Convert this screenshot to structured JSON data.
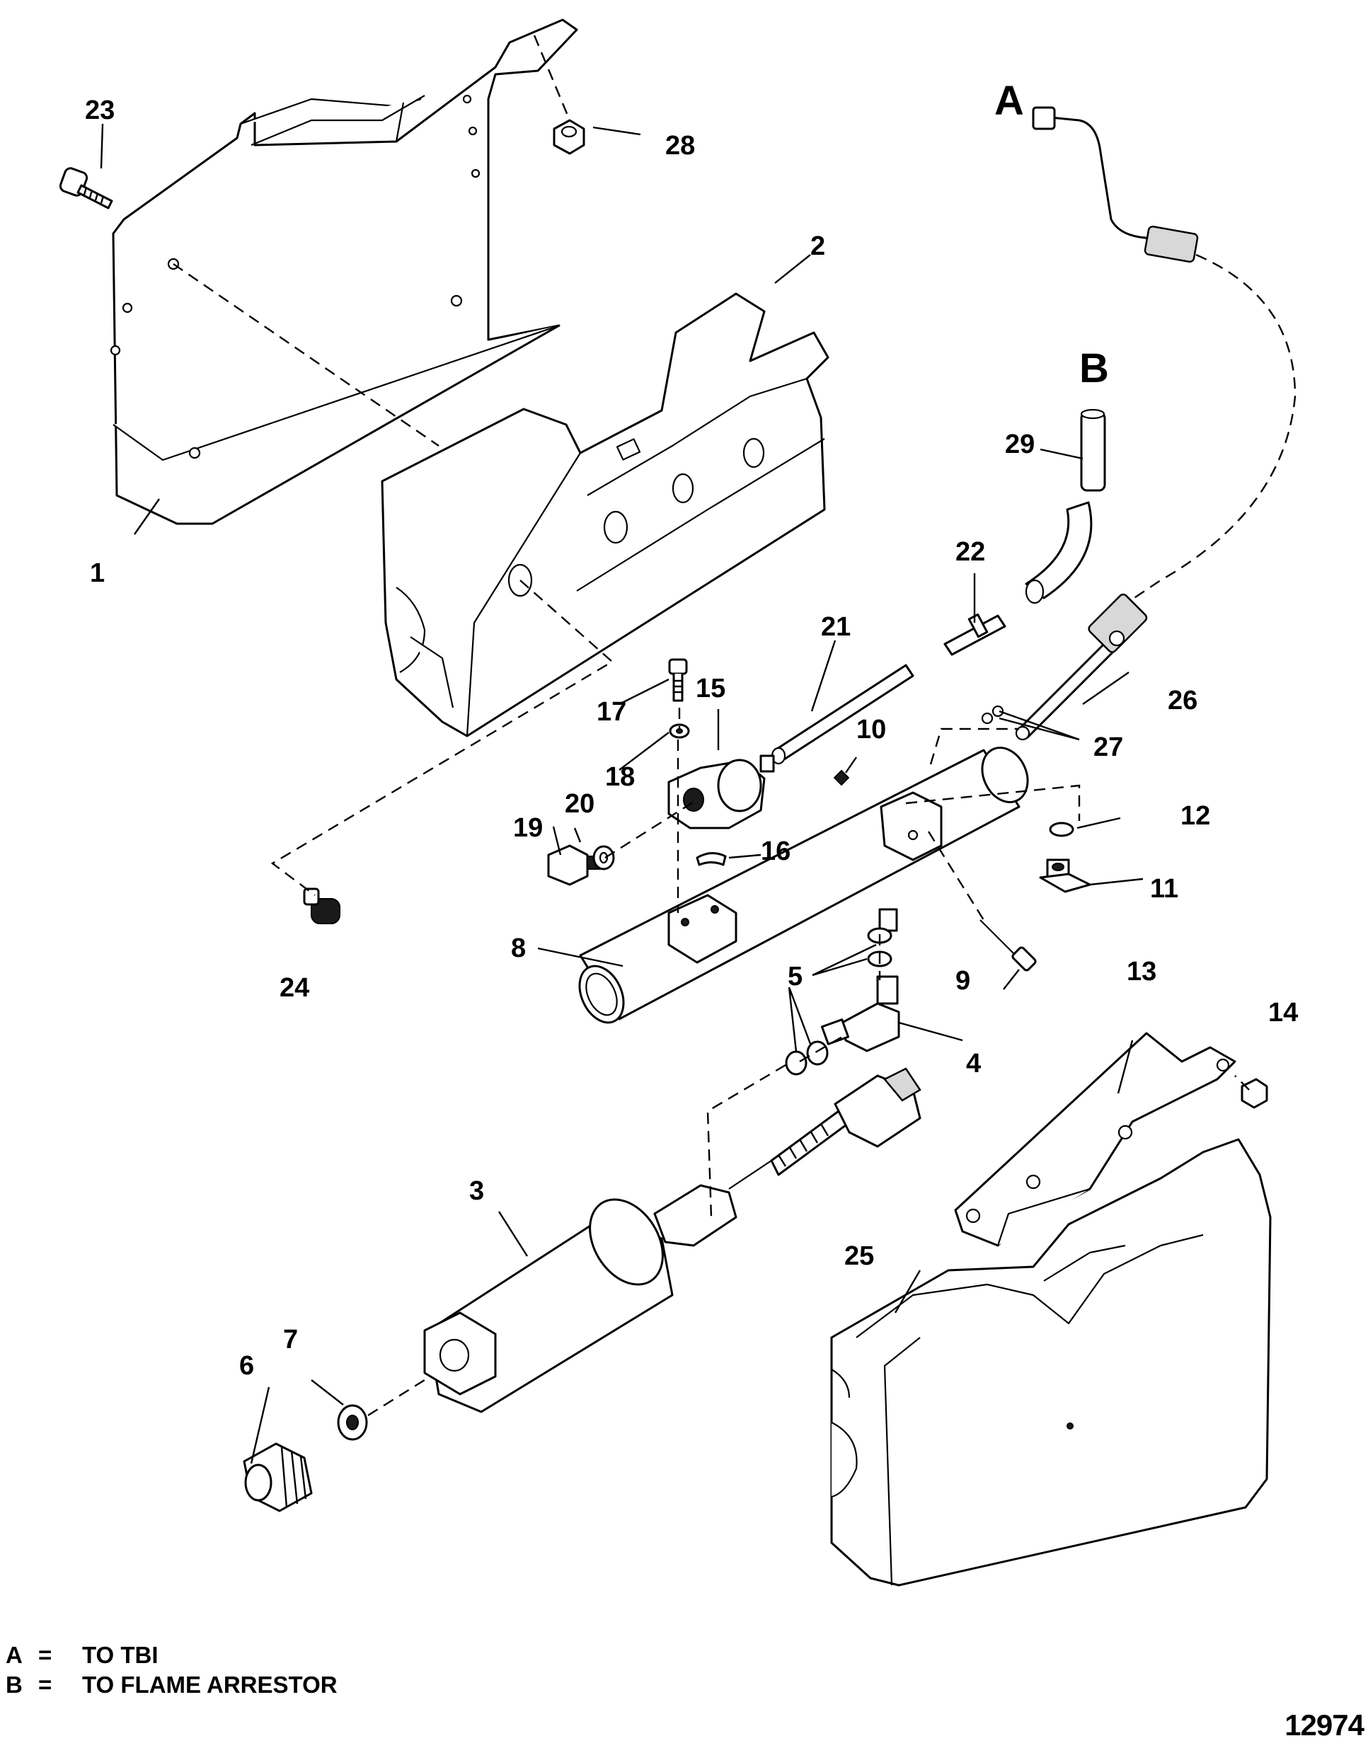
{
  "diagram": {
    "section_labels": {
      "a": "A",
      "b": "B"
    },
    "callouts": {
      "c1": "1",
      "c2": "2",
      "c3": "3",
      "c4": "4",
      "c5": "5",
      "c6": "6",
      "c7": "7",
      "c8": "8",
      "c9": "9",
      "c10": "10",
      "c11": "11",
      "c12": "12",
      "c13": "13",
      "c14": "14",
      "c15": "15",
      "c16": "16",
      "c17": "17",
      "c18": "18",
      "c19": "19",
      "c20": "20",
      "c21": "21",
      "c22": "22",
      "c23": "23",
      "c24": "24",
      "c25": "25",
      "c26": "26",
      "c27": "27",
      "c28": "28",
      "c29": "29"
    }
  },
  "legend": [
    {
      "key": "A",
      "eq": "=",
      "text": "TO TBI"
    },
    {
      "key": "B",
      "eq": "=",
      "text": "TO FLAME ARRESTOR"
    }
  ],
  "figure_number": "12974"
}
